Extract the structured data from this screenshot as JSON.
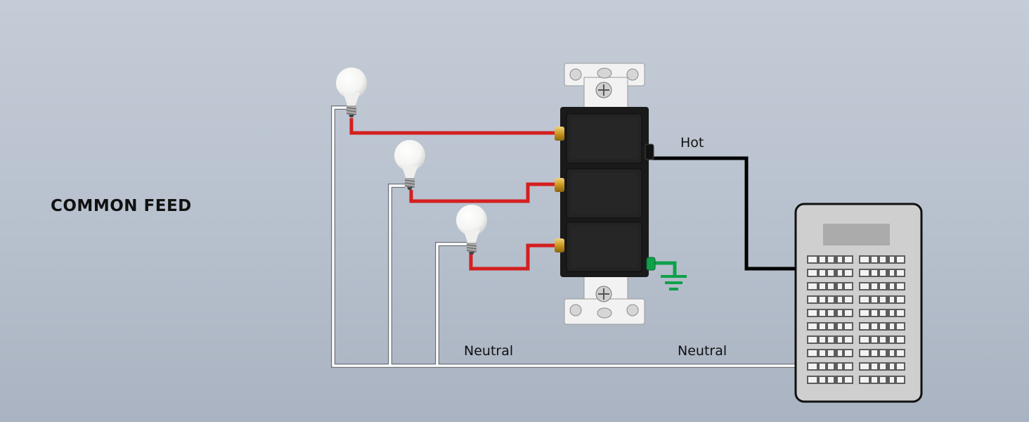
{
  "title": "COMMON FEED",
  "labels": {
    "hot": "Hot",
    "neutral_left": "Neutral",
    "neutral_right": "Neutral"
  },
  "colors": {
    "switched_wire": "#d41f1f",
    "hot_wire": "#000000",
    "neutral_wire": "#ffffff",
    "ground_wire": "#0fa14a",
    "switch_body": "#1a1a1a"
  },
  "bulbs": 3,
  "switches": 3
}
